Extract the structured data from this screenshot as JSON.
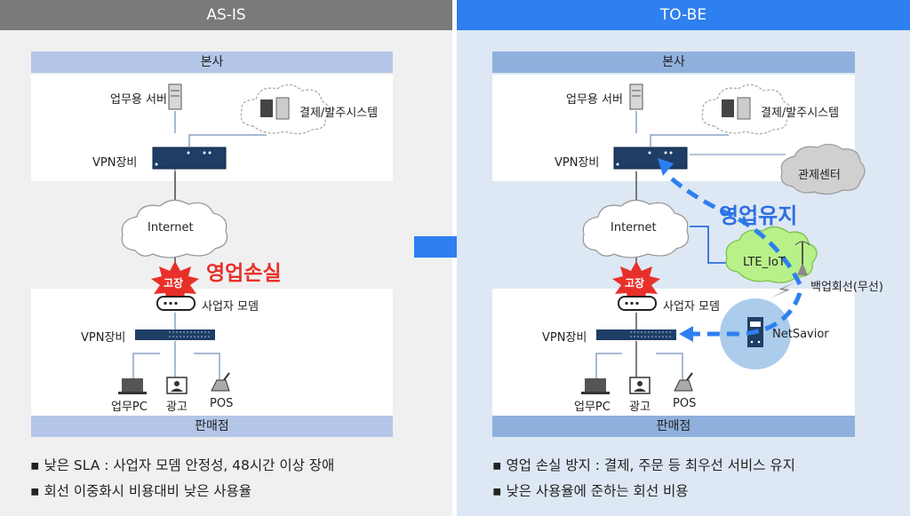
{
  "asis": {
    "title": "AS-IS",
    "hq": "본사",
    "server": "업무용 서버",
    "payment": "결제/발주시스템",
    "vpn_top": "VPN장비",
    "internet": "Internet",
    "loss": "영업손실",
    "fault": "고장",
    "modem": "사업자 모뎀",
    "vpn_bottom": "VPN장비",
    "pc": "업무PC",
    "ad": "광고",
    "pos": "POS",
    "store": "판매점",
    "bullets": [
      "낮은 SLA : 사업자 모뎀 안정성, 48시간 이상 장애",
      "회선 이중화시 비용대비 낮은 사용율"
    ]
  },
  "tobe": {
    "title": "TO-BE",
    "hq": "본사",
    "server": "업무용 서버",
    "payment": "결제/발주시스템",
    "vpn_top": "VPN장비",
    "control": "관제센터",
    "keep": "영업유지",
    "internet": "Internet",
    "lte": "LTE_IoT",
    "backup": "백업회선(무선)",
    "fault": "고장",
    "modem": "사업자 모뎀",
    "vpn_bottom": "VPN장비",
    "netsavior": "NetSavior",
    "pc": "업무PC",
    "ad": "광고",
    "pos": "POS",
    "store": "판매점",
    "bullets": [
      "영업 손실 방지 : 결제, 주문 등 최우선 서비스 유지",
      "낮은 사용율에 준하는 회선 비용"
    ]
  },
  "colors": {
    "asis_header": "#7a7a7a",
    "tobe_header": "#2e7ff0",
    "band": "#b3c6e7",
    "band_tobe": "#8fb0dd",
    "loss_red": "#e8302a",
    "keep_blue": "#2e6fe0",
    "lte_green": "#b8f08a"
  }
}
